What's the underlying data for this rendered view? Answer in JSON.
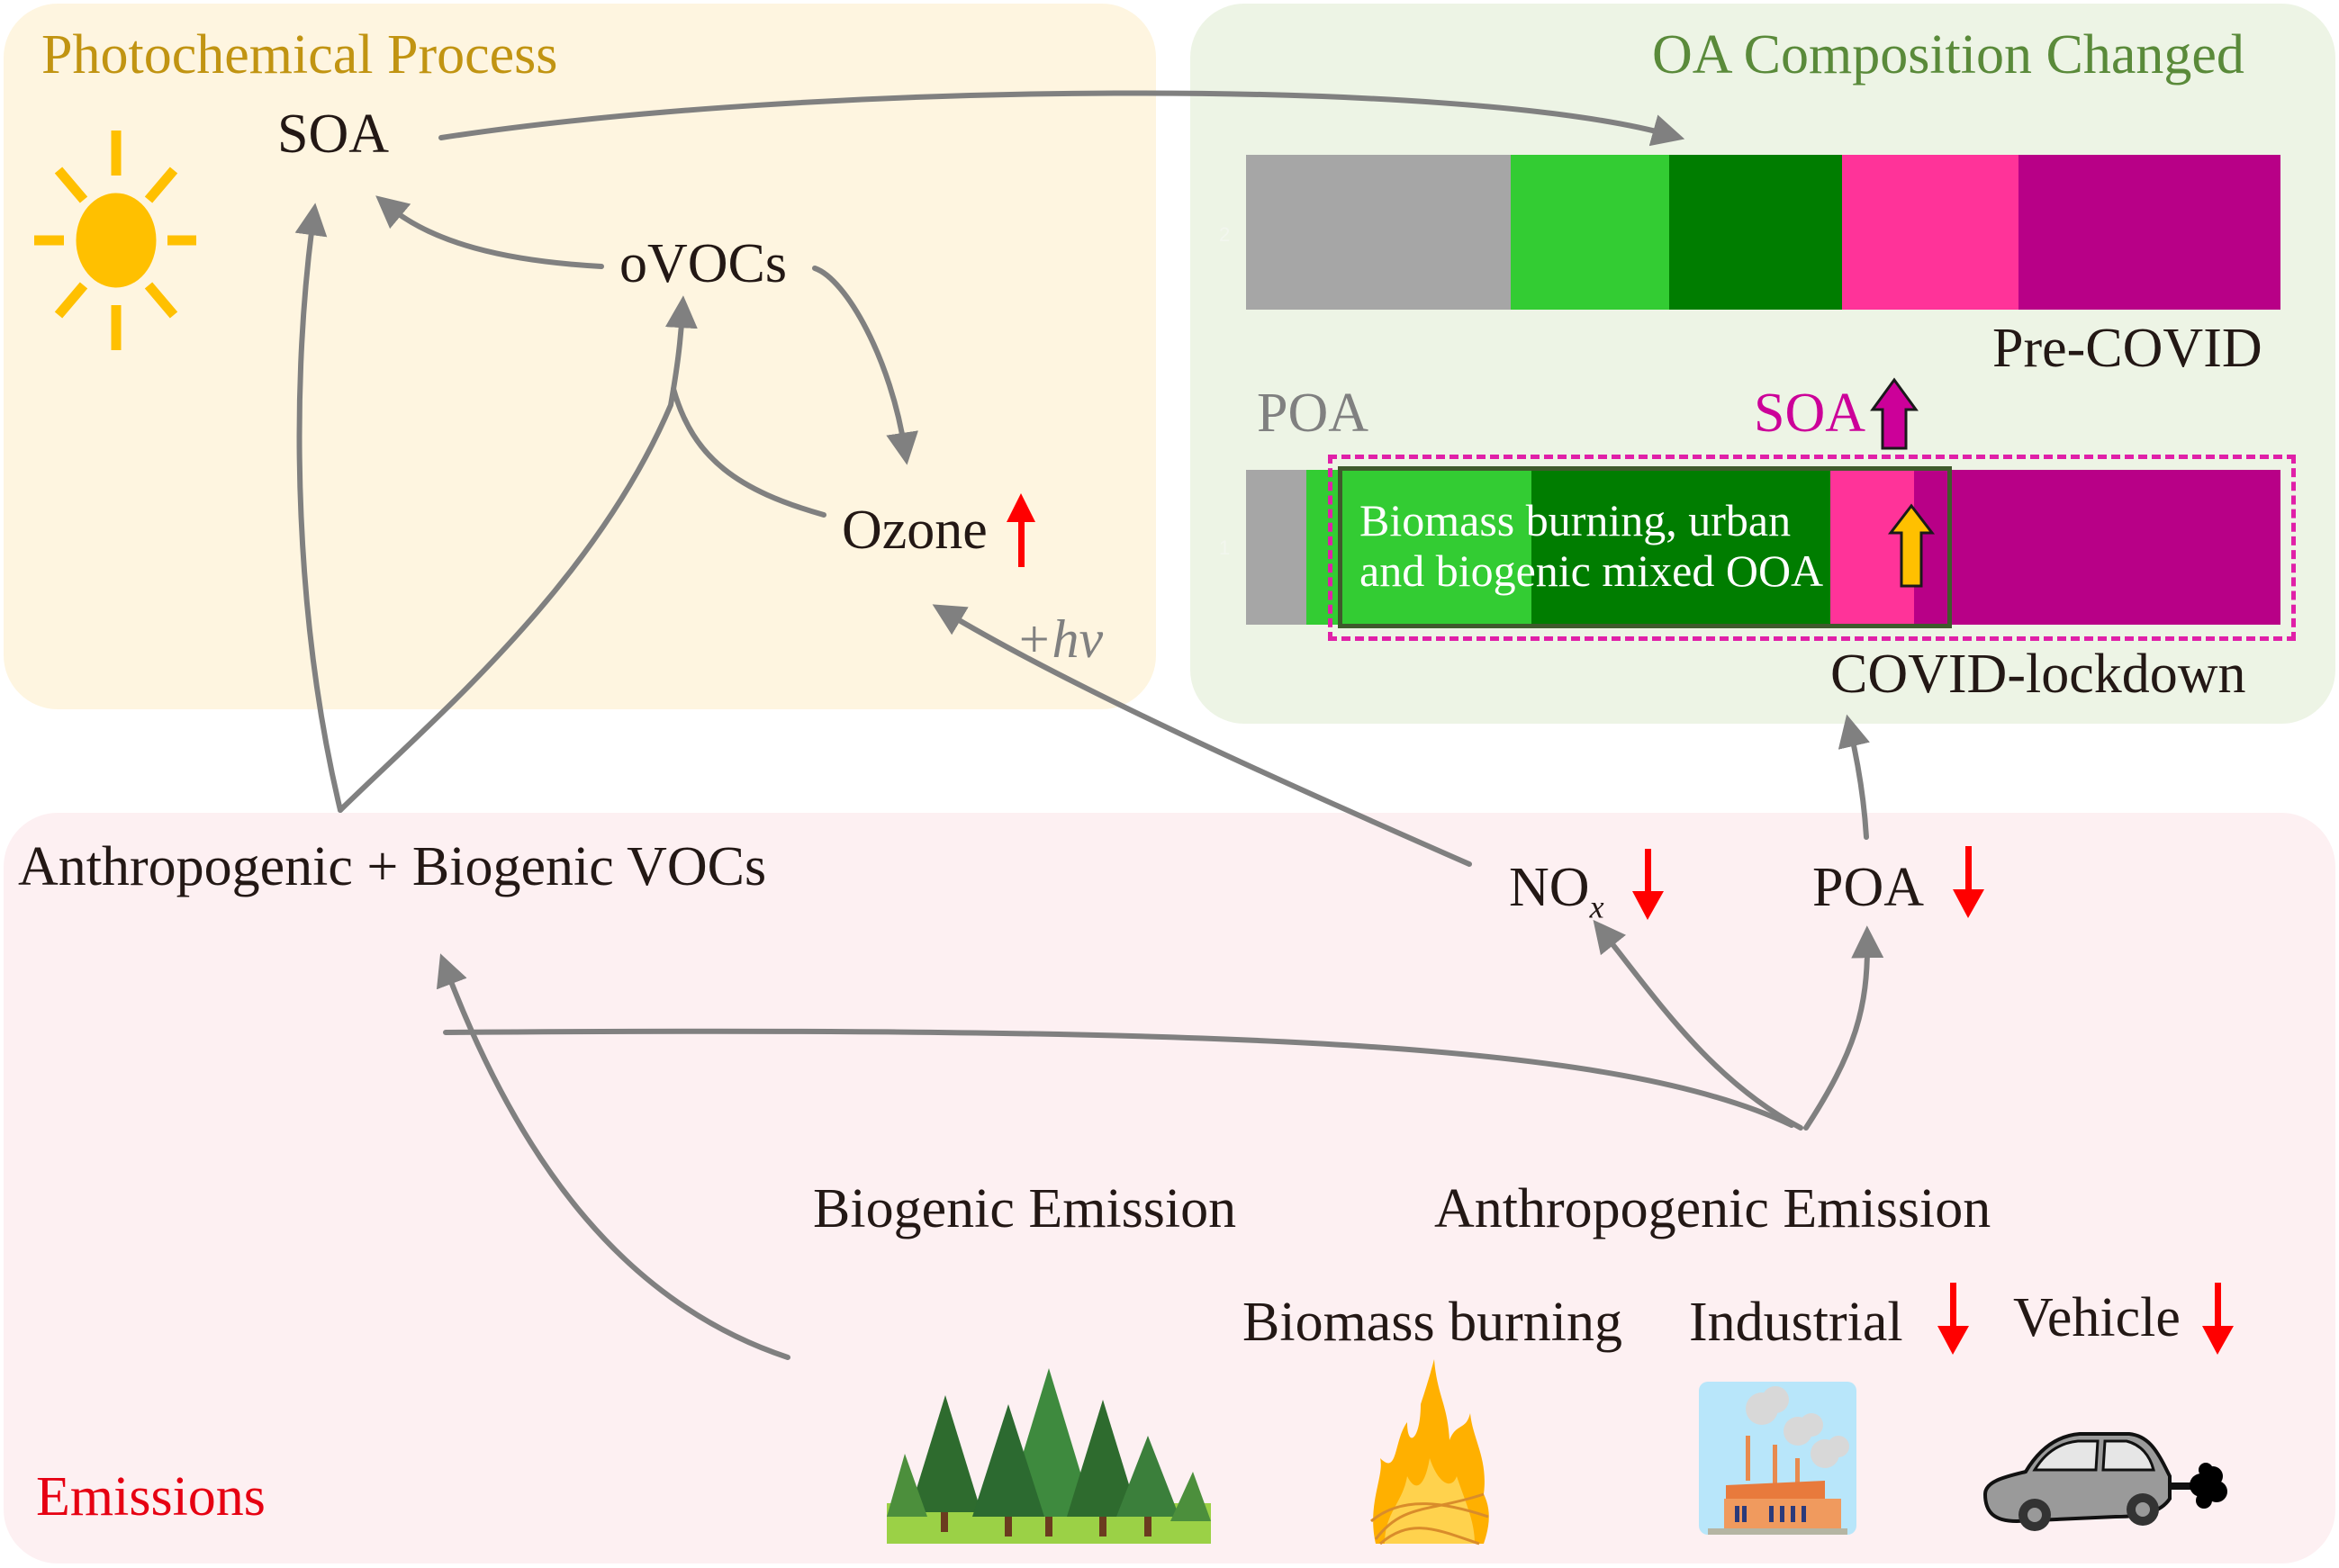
{
  "panels": {
    "photochemical": {
      "title": "Photochemical Process",
      "title_color": "#C19412",
      "background": "#FEF5E0",
      "nodes": {
        "soa": "SOA",
        "ovocs": "oVOCs",
        "ozone": "Ozone",
        "hv": "+hv"
      },
      "ozone_trend": "up"
    },
    "oa_composition": {
      "title": "OA Composition Changed",
      "title_color": "#5A8A3A",
      "background": "#EDF4E5",
      "pre_covid_label": "Pre-COVID",
      "lockdown_label": "COVID-lockdown",
      "poa_label": "POA",
      "soa_label": "SOA",
      "soa_trend": "up",
      "ooa_annotation_line1": "Biomass burning, urban",
      "ooa_annotation_line2": "and biogenic mixed OOA",
      "ooa_trend": "up",
      "bar_index_pre": "2",
      "bar_index_lockdown": "1"
    },
    "emissions": {
      "title": "Emissions",
      "title_color": "#E60012",
      "background": "#FDF0F2",
      "vocs_label": "Anthropogenic + Biogenic VOCs",
      "nox_label": "NO",
      "nox_subscript": "x",
      "nox_trend": "down",
      "poa_label": "POA",
      "poa_trend": "down",
      "biogenic_label": "Biogenic Emission",
      "anthropogenic_label": "Anthropogenic Emission",
      "sources": [
        {
          "label": "Biomass burning",
          "trend": "none",
          "icon": "fire-icon"
        },
        {
          "label": "Industrial",
          "trend": "down",
          "icon": "factory-icon"
        },
        {
          "label": "Vehicle",
          "trend": "down",
          "icon": "car-icon"
        }
      ],
      "forest_icon": "forest-icon"
    }
  },
  "composition_bars": {
    "categories": [
      "POA",
      "OOA (light green)",
      "OOA (dark green)",
      "SOA (pink)",
      "SOA (purple)"
    ],
    "colors": [
      "#A6A6A6",
      "#33CC33",
      "#007D00",
      "#FF3399",
      "#B80087"
    ],
    "series": [
      {
        "name": "Pre-COVID",
        "fractions": [
          0.256,
          0.153,
          0.167,
          0.171,
          0.253
        ]
      },
      {
        "name": "COVID-lockdown",
        "fractions": [
          0.058,
          0.218,
          0.289,
          0.081,
          0.354
        ]
      }
    ]
  },
  "colors": {
    "arrow_gray": "#808080",
    "trend_red": "#FF0000",
    "soa_magenta": "#CC0099",
    "ooa_arrow": "#FFC000",
    "sun": "#FFC000"
  }
}
